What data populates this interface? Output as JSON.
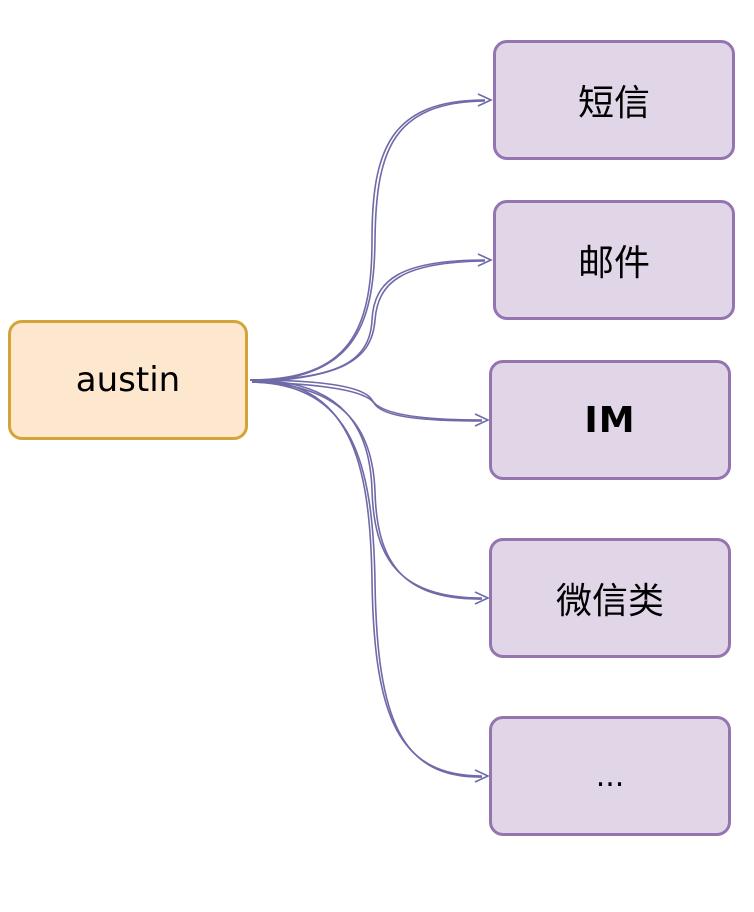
{
  "source": {
    "label": "austin"
  },
  "targets": [
    {
      "label": "短信"
    },
    {
      "label": "邮件"
    },
    {
      "label": "IM"
    },
    {
      "label": "微信类"
    },
    {
      "label": "..."
    }
  ],
  "colors": {
    "source_fill": "#fde8cf",
    "source_border": "#d3a43a",
    "target_fill": "#e1d6e8",
    "target_border": "#9575b0",
    "edge": "#6f6aa8"
  }
}
